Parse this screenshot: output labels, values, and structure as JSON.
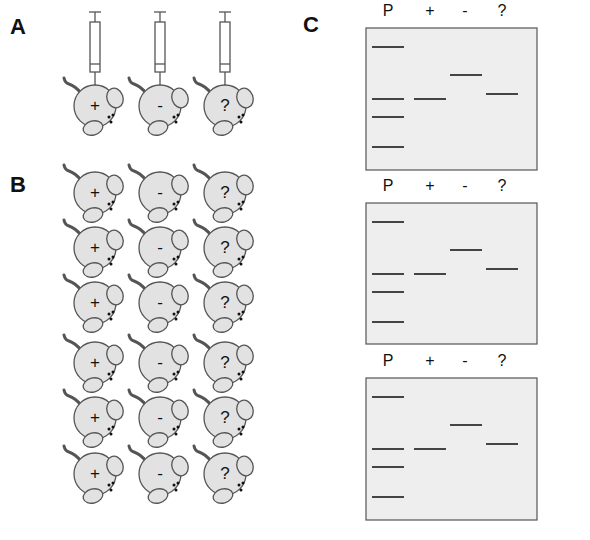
{
  "diagram": {
    "nodes": [
      {
        "text": [
          "+"
        ]
      },
      {
        "text": [
          "-"
        ]
      },
      {
        "text": [
          "?"
        ]
      },
      {
        "text": [
          "+"
        ]
      },
      {
        "text": [
          "-"
        ]
      },
      {
        "text": [
          "?"
        ]
      },
      {
        "text": [
          "+"
        ]
      },
      {
        "text": [
          "-"
        ]
      },
      {
        "text": [
          "?"
        ]
      },
      {
        "text": [
          "+"
        ]
      },
      {
        "text": [
          "-"
        ]
      },
      {
        "text": [
          "?"
        ]
      },
      {
        "text": [
          "+"
        ]
      },
      {
        "text": [
          "-"
        ]
      },
      {
        "text": [
          "?"
        ]
      },
      {
        "text": [
          "+"
        ]
      },
      {
        "text": [
          "-"
        ]
      },
      {
        "text": [
          "?"
        ]
      },
      {
        "text": [
          "+"
        ]
      },
      {
        "text": [
          "-"
        ]
      },
      {
        "text": [
          "?"
        ]
      }
    ],
    "labels": [
      "A",
      "B",
      "C",
      "P",
      "+",
      "-",
      "?",
      "P",
      "+",
      "-",
      "?",
      "P",
      "+",
      "-",
      "?"
    ]
  }
}
